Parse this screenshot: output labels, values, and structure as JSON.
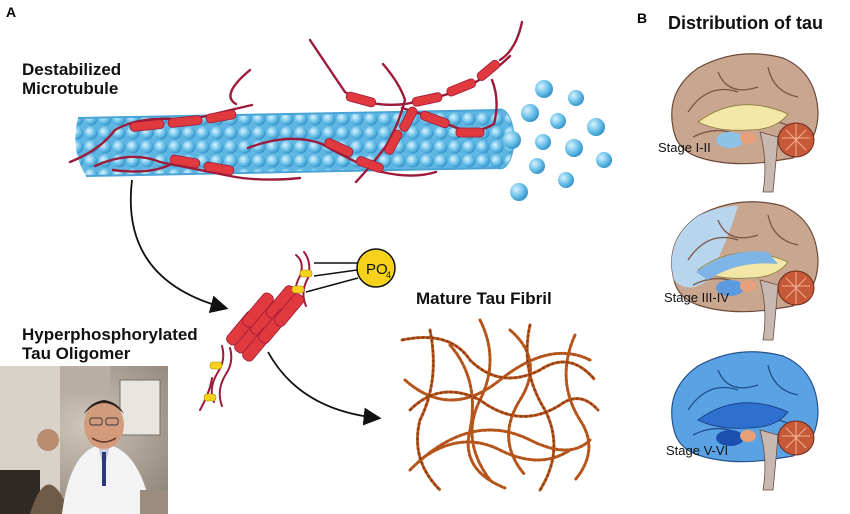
{
  "panel_a": {
    "letter": "A",
    "microtubule_label": [
      "Destabilized",
      "Microtubule"
    ],
    "oligomer_label": [
      "Hyperphosphorylated",
      "Tau Oligomer"
    ],
    "phosphate_label": "PO",
    "phosphate_sub": "4",
    "fibril_label": "Mature Tau Fibril"
  },
  "panel_b": {
    "letter": "B",
    "title": "Distribution of tau",
    "stages": [
      "Stage I-II",
      "Stage III-IV",
      "Stage V-VI"
    ]
  },
  "colors": {
    "tubulin": "#6fc3ea",
    "tau": "#e03a3e",
    "tau_line": "#9c1b3a",
    "phosphate": "#f6d21a",
    "fibril": "#b5541b",
    "brain_cortex": "#b99a86",
    "tau_stain": "#3a7fd6"
  }
}
